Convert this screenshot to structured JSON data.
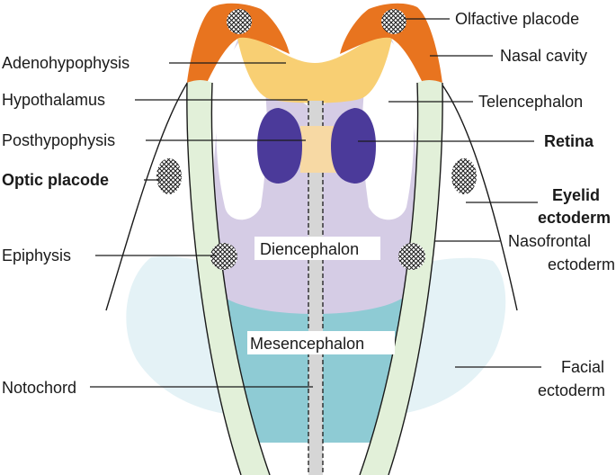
{
  "labels": {
    "olfactive_placode": "Olfactive placode",
    "nasal_cavity": "Nasal cavity",
    "adenohypophysis": "Adenohypophysis",
    "hypothalamus": "Hypothalamus",
    "telencephalon": "Telencephalon",
    "posthypophysis": "Posthypophysis",
    "retina": "Retina",
    "optic_placode": "Optic placode",
    "eyelid_line1": "Eyelid",
    "eyelid_line2": "ectoderm",
    "diencephalon": "Diencephalon",
    "epiphysis": "Epiphysis",
    "nasofrontal_line1": "Nasofrontal",
    "nasofrontal_line2": "ectoderm",
    "mesencephalon": "Mesencephalon",
    "facial_line1": "Facial",
    "facial_line2": "ectoderm",
    "notochord": "Notochord"
  },
  "colors": {
    "orange": "#e8741f",
    "yellow": "#f8cf73",
    "lavender": "#d5cce5",
    "purple": "#4b3a9a",
    "peach": "#f7d9a4",
    "green": "#e2f0d9",
    "teal": "#8ecbd4",
    "light_blue": "#e4f2f6",
    "grey": "#d6d6d6"
  }
}
